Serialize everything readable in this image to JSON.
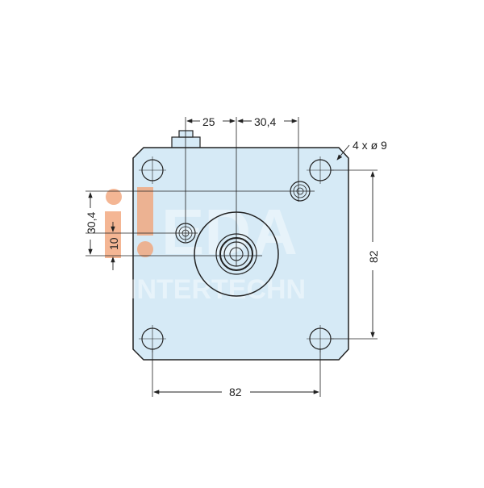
{
  "drawing": {
    "dimensions": {
      "top_left": "25",
      "top_right": "30,4",
      "left_outer": "30,4",
      "left_inner": "10",
      "right_vertical": "82",
      "bottom_horizontal": "82",
      "hole_callout": "4 x ø 9"
    },
    "watermark": "HEDA INTERTECHNIK",
    "colors": {
      "plate_fill": "#d6eaf6",
      "line": "#222222",
      "watermark": "#f2a57a"
    }
  }
}
